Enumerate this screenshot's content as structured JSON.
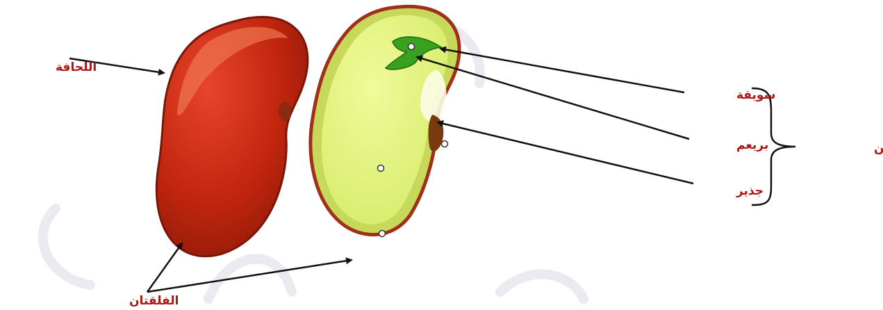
{
  "labels": {
    "seed_coat": "اللحافة",
    "cotyledons": "الفلقتان",
    "hypocotyl": "سويقة",
    "plumule": "بريعم",
    "radicle": "جذير",
    "embryo": "جنين"
  },
  "colors": {
    "label_text": "#b01414",
    "arrow": "#111111",
    "bean_red": "#c0250e",
    "bean_red_dark": "#7a1606",
    "cotyledon_fill": "#e6f58a",
    "cotyledon_edge": "#b03a1a",
    "plumule_green": "#3aa020"
  }
}
